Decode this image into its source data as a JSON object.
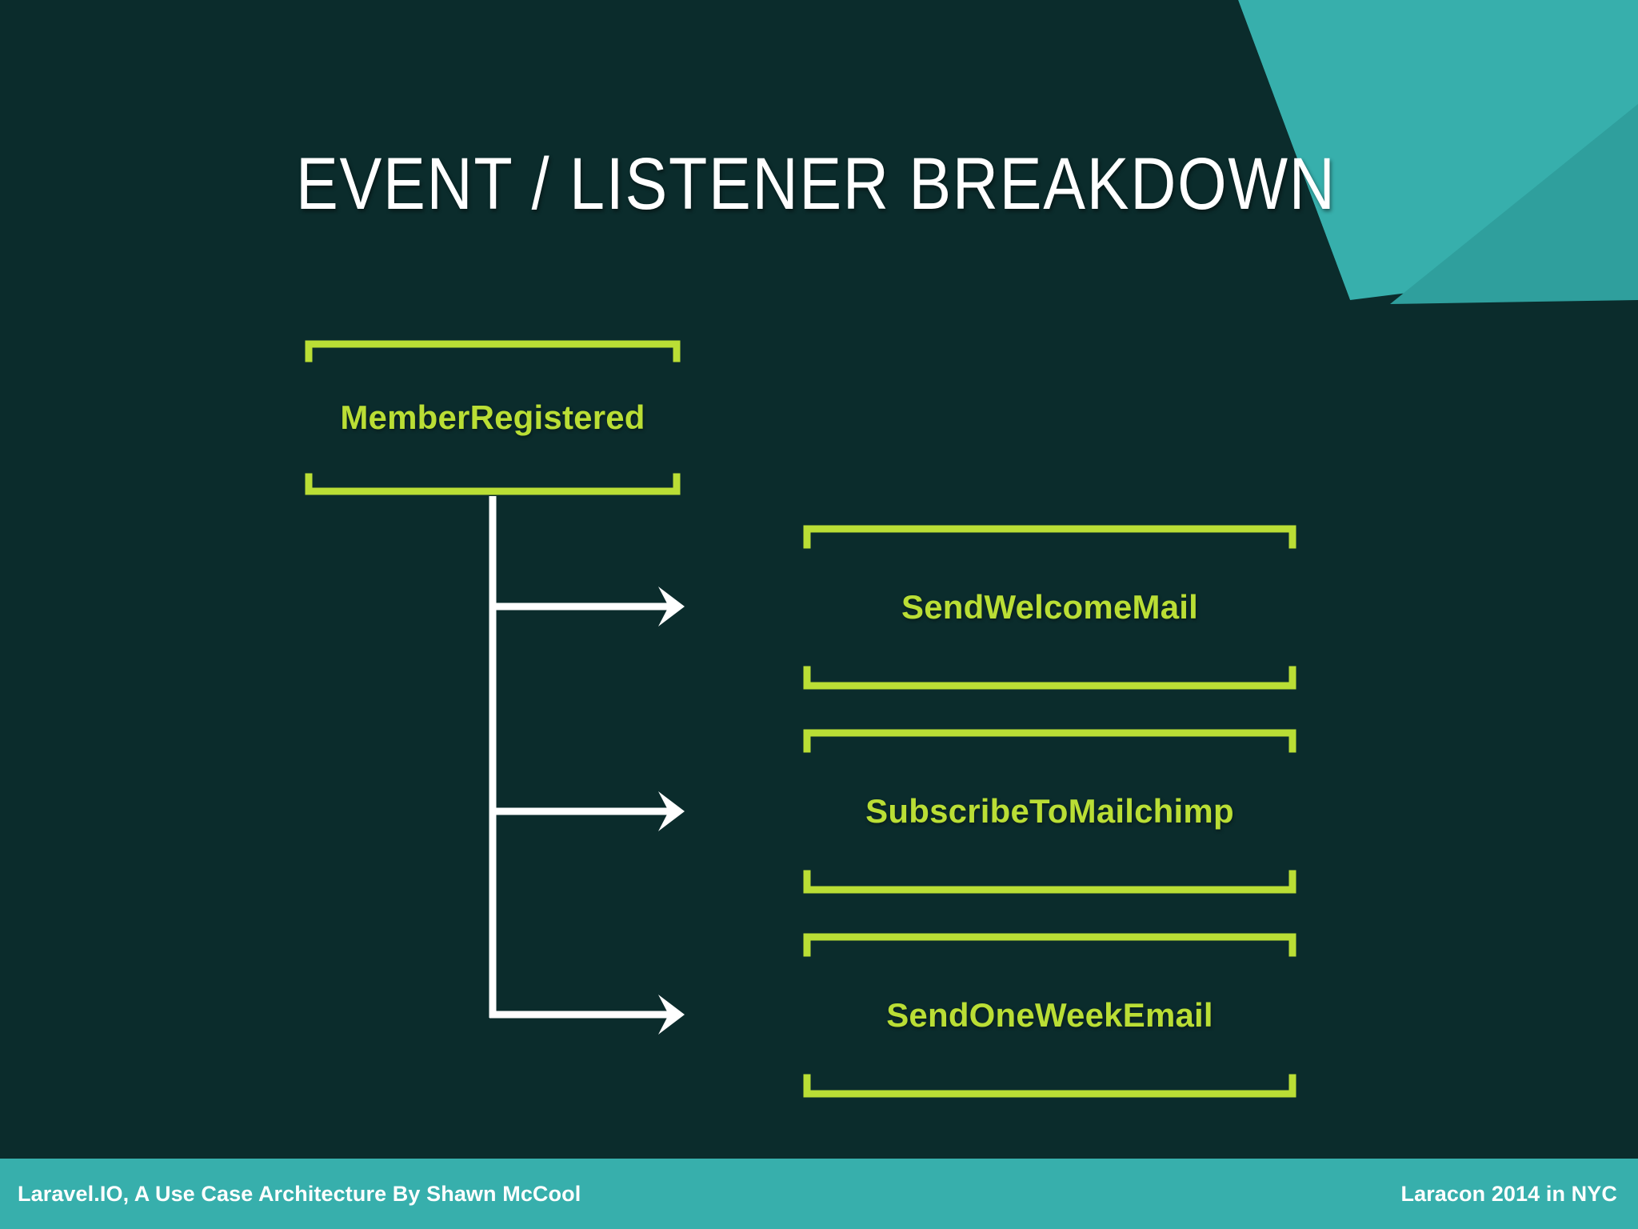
{
  "slide": {
    "title": "EVENT / LISTENER BREAKDOWN",
    "background_color": "#0b2c2c",
    "accent_green": "#bade35",
    "accent_teal": "#37afac",
    "text_white": "#ffffff"
  },
  "event": {
    "name": "MemberRegistered"
  },
  "listeners": [
    {
      "name": "SendWelcomeMail"
    },
    {
      "name": "SubscribeToMailchimp"
    },
    {
      "name": "SendOneWeekEmail"
    }
  ],
  "footer": {
    "left": "Laravel.IO, A Use Case Architecture By Shawn McCool",
    "right": "Laracon 2014 in NYC"
  }
}
